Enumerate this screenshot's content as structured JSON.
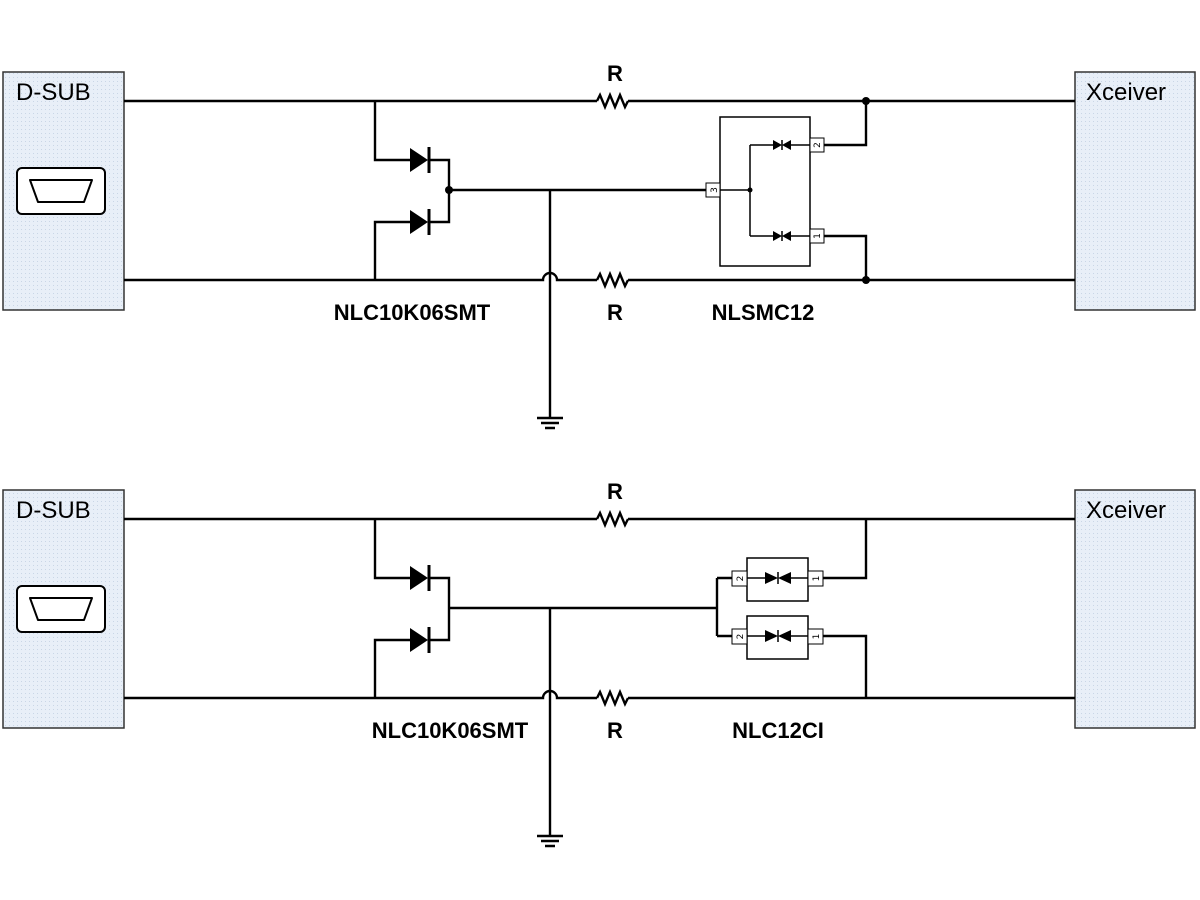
{
  "circuits": [
    {
      "connector_label": "D-SUB",
      "transceiver_label": "Xceiver",
      "resistor_top_label": "R",
      "resistor_bottom_label": "R",
      "tvs_array_label": "NLC10K06SMT",
      "protection_label": "NLSMC12",
      "protection_pins": [
        "3",
        "2",
        "1"
      ]
    },
    {
      "connector_label": "D-SUB",
      "transceiver_label": "Xceiver",
      "resistor_top_label": "R",
      "resistor_bottom_label": "R",
      "tvs_array_label": "NLC10K06SMT",
      "protection_label": "NLC12CI",
      "protection_pins": [
        "2",
        "1",
        "2",
        "1"
      ]
    }
  ],
  "colors": {
    "block_fill": "#e6eef8",
    "wire": "#000000"
  }
}
